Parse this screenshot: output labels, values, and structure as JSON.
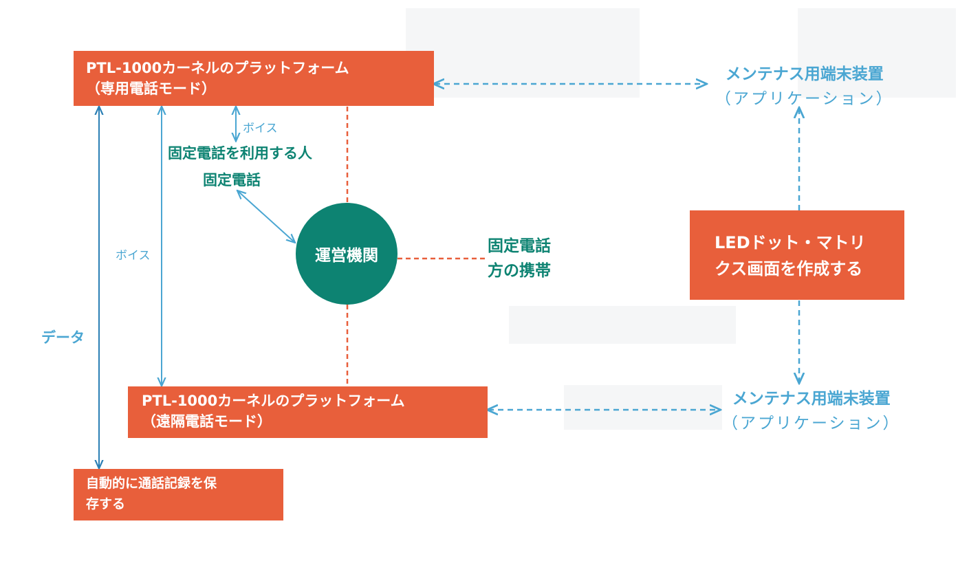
{
  "nodes": {
    "platform_dedicated": {
      "line1": "PTL-1000カーネルのプラットフォーム",
      "line2": "（専用電話モード）"
    },
    "platform_remote": {
      "line1": "PTL-1000カーネルのプラットフォーム",
      "line2": "（遠隔電話モード）"
    },
    "auto_record": {
      "line1": "自動的に通話記録を保",
      "line2": "存する"
    },
    "operator": {
      "label": "運営機関"
    },
    "led_matrix": {
      "line1": "LEDドット・マトリ",
      "line2": "クス画面を作成する"
    },
    "landline_user": {
      "label": "固定電話を利用する人"
    },
    "landline": {
      "label": "固定電話"
    },
    "landline_mobile": {
      "line1": "固定電話",
      "line2": "方の携帯"
    },
    "maint_top": {
      "line1": "メンテナス用端末装置",
      "line2": "（アプリケーション）"
    },
    "maint_bottom": {
      "line1": "メンテナス用端末装置",
      "line2": "（アプリケーション）"
    }
  },
  "edge_labels": {
    "voice_short": "ボイス",
    "voice_long": "ボイス",
    "data": "データ"
  },
  "colors": {
    "orange": "#e85f3b",
    "teal": "#0d8372",
    "blue": "#4aa6d2",
    "dark_blue": "#2b7fb5"
  }
}
